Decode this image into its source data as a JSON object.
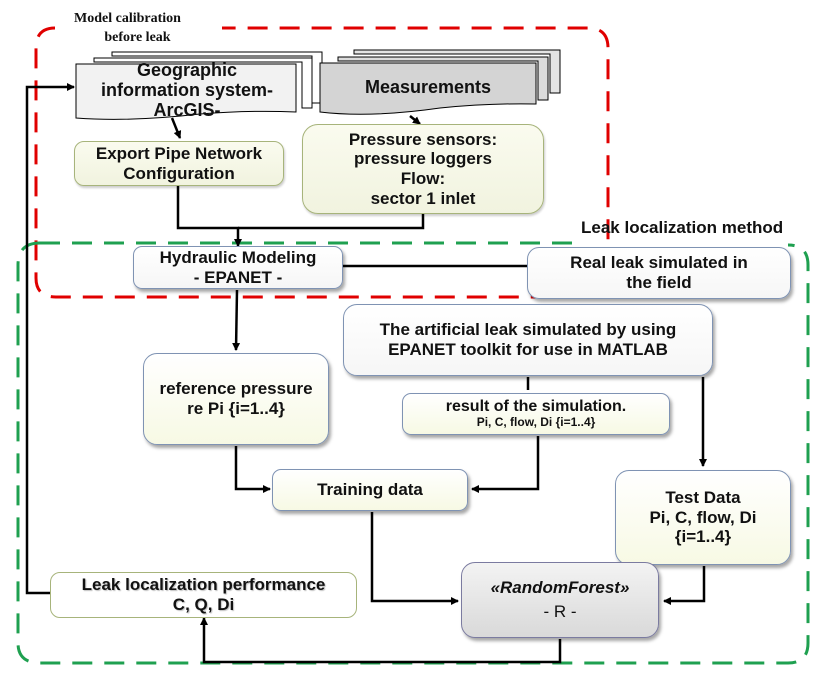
{
  "title": "Leak localization workflow diagram",
  "colors": {
    "calibration_region": "#e00000",
    "method_region": "#1fa050",
    "connector": "#000000",
    "box_border": "#7f93b3",
    "cream_fill": "#f7f9e4",
    "grey_fill": "#d9d9d9"
  },
  "regions": {
    "calibration": {
      "label_line1": "Model calibration",
      "label_line2": "before leak"
    },
    "method": {
      "label": "Leak localization method"
    }
  },
  "nodes": {
    "gis": {
      "line1": "Geographic",
      "line2": "information system-",
      "line3": "ArcGIS-"
    },
    "measurements": {
      "label": "Measurements"
    },
    "export": {
      "line1": "Export Pipe Network",
      "line2": "Configuration"
    },
    "sensors": {
      "line1": "Pressure sensors:",
      "line2": "pressure loggers",
      "line3": "Flow:",
      "line4": "sector 1 inlet"
    },
    "hydraulic": {
      "line1": "Hydraulic Modeling",
      "line2": "- EPANET -"
    },
    "real_leak": {
      "line1": "Real leak simulated in",
      "line2": "the field"
    },
    "artificial_leak": {
      "line1": "The artificial leak  simulated by using",
      "line2": "EPANET toolkit for use in MATLAB"
    },
    "reference_pressure": {
      "line1": "reference pressure",
      "line2": "re Pi {i=1..4}"
    },
    "simulation_result": {
      "line1": "result of the simulation.",
      "line2": "Pi, C, flow, Di {i=1..4}"
    },
    "training": {
      "label": "Training data"
    },
    "test": {
      "line1": "Test Data",
      "line2": "Pi, C, flow, Di",
      "line3": "{i=1..4}"
    },
    "random_forest": {
      "line1": "«RandomForest»",
      "line2": "- R -"
    },
    "performance": {
      "line1": "Leak localization performance",
      "line2": "C, Q, Di"
    }
  }
}
